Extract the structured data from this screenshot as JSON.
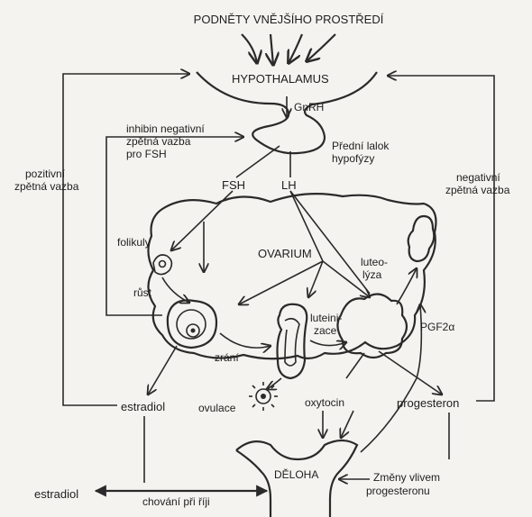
{
  "labels": {
    "external_stimuli": "PODNĚTY VNĚJŠÍHO PROSTŘEDÍ",
    "hypothalamus": "HYPOTHALAMUS",
    "gnrh": "GnRH",
    "inhibin_line1": "inhibin negativní",
    "inhibin_line2": "zpětná vazba",
    "inhibin_line3": "pro FSH",
    "pituitary_line1": "Přední lalok",
    "pituitary_line2": "hypofýzy",
    "positive_fb_line1": "pozitivní",
    "positive_fb_line2": "zpětná vazba",
    "negative_fb_line1": "negativní",
    "negative_fb_line2": "zpětná vazba",
    "fsh": "FSH",
    "lh": "LH",
    "follicles": "folikuly",
    "ovarium": "OVARIUM",
    "growth": "růst",
    "luteolysis_line1": "luteo-",
    "luteolysis_line2": "lýza",
    "luteinization_line1": "luteini-",
    "luteinization_line2": "zace",
    "maturation": "zrání",
    "pgf": "PGF2α",
    "estradiol_left": "estradiol",
    "ovulation": "ovulace",
    "oxytocin": "oxytocin",
    "progesterone": "progesteron",
    "uterus": "DĚLOHA",
    "changes_line1": "Změny vlivem",
    "changes_line2": "progesteronu",
    "estradiol_bottom": "estradiol",
    "estrus_behavior": "chování při říji"
  }
}
